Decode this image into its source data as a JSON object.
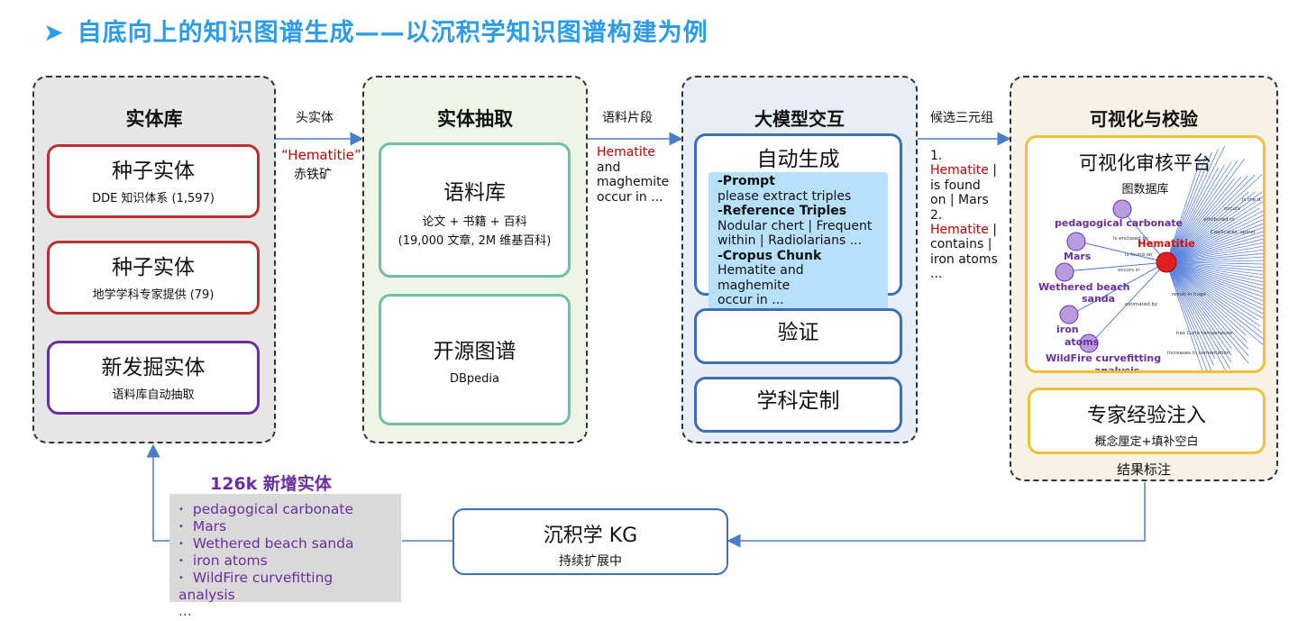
{
  "title": "自底向上的知识图谱生成——以沉积学知识图谱构建为例",
  "panels": {
    "entity_lib": {
      "title": "实体库",
      "boxes": [
        {
          "name": "种子实体",
          "desc": "DDE 知识体系 (1,597)"
        },
        {
          "name": "种子实体",
          "desc": "地学学科专家提供 (79)"
        },
        {
          "name": "新发掘实体",
          "desc": "语料库自动抽取"
        }
      ]
    },
    "extraction": {
      "title": "实体抽取",
      "boxes": [
        {
          "name": "语料库",
          "desc": "论文 + 书籍 + 百科",
          "desc2": "(19,000 文章, 2M 维基百科)"
        },
        {
          "name": "开源图谱",
          "desc": "DBpedia"
        }
      ]
    },
    "llm": {
      "title": "大模型交互",
      "auto_gen": "自动生成",
      "prompt_lines": [
        {
          "text": "-Prompt",
          "bold": true
        },
        {
          "text": "please extract triples",
          "bold": false
        },
        {
          "text": "-Reference Triples",
          "bold": true
        },
        {
          "text": "Nodular chert | Frequent",
          "bold": false
        },
        {
          "text": "within | Radiolarians ...",
          "bold": false
        },
        {
          "text": "-Cropus Chunk",
          "bold": true
        },
        {
          "text": "Hematite and maghemite",
          "bold": false
        },
        {
          "text": "occur in ...",
          "bold": false
        }
      ],
      "verify": "验证",
      "custom": "学科定制"
    },
    "viz": {
      "title": "可视化与校验",
      "platform": "可视化审核平台",
      "db": "图数据库",
      "expert": "专家经验注入",
      "expert_desc": "概念厘定+填补空白",
      "result": "结果标注"
    }
  },
  "connectors": {
    "head_entity": "头实体",
    "hematitie_quoted": "“Hematitie”",
    "chitieku": "赤铁矿",
    "corpus_fragment": "语料片段",
    "fragment_lines": [
      {
        "text": "Hematite",
        "red": true
      },
      {
        "text": "and",
        "red": false
      },
      {
        "text": "maghemite",
        "red": false
      },
      {
        "text": "occur in ...",
        "red": false
      }
    ],
    "candidate_triples": "候选三元组",
    "triple_lines": [
      {
        "text": "1.",
        "red": false
      },
      {
        "text": "Hematite",
        "red": true,
        "suffix": " |"
      },
      {
        "text": "is found",
        "red": false
      },
      {
        "text": "on | Mars",
        "red": false
      },
      {
        "text": "2.",
        "red": false
      },
      {
        "text": "Hematite",
        "red": true,
        "suffix": " |"
      },
      {
        "text": "contains |",
        "red": false
      },
      {
        "text": "iron atoms",
        "red": false
      },
      {
        "text": "...",
        "red": false
      }
    ]
  },
  "graph": {
    "center": "Hematitie",
    "nodes": [
      "pedagogical carbonate",
      "Mars",
      "Wethered beach sanda",
      "iron atoms",
      "WildFire curvefitting analysis"
    ],
    "edge_labels": [
      "is enclosed by",
      "is found on",
      "occurs in",
      "estimated by",
      "attributed to",
      "result in huge",
      "has Curie temperature",
      "increases in cementation"
    ]
  },
  "new_entities": {
    "heading": "126k 新增实体",
    "items": [
      "pedagogical carbonate",
      "Mars",
      "Wethered beach sanda",
      "iron atoms",
      "WildFire curvefitting analysis"
    ],
    "more": "..."
  },
  "kg": {
    "name": "沉积学 KG",
    "desc": "持续扩展中"
  },
  "colors": {
    "title": "#2d9be8",
    "red_box": "#c0392b",
    "purple": "#6a2ea1",
    "teal": "#6fbfa8",
    "blue": "#3c6fb4",
    "yellow": "#f2c037"
  }
}
